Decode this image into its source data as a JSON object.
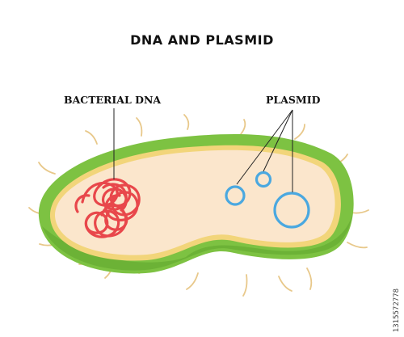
{
  "title": "DNA AND PLASMID",
  "labels": {
    "bacterial_dna": "BACTERIAL DNA",
    "plasmid": "PLASMID"
  },
  "stock_id": "1315572778",
  "colors": {
    "cell_wall": "#7dc242",
    "cell_wall_shadow": "#5fa52e",
    "membrane": "#f2d57a",
    "cytoplasm": "#fbe6cc",
    "flagella": "#e8c88a",
    "bacterial_dna": "#e8474b",
    "plasmid": "#4aa8e0",
    "text": "#111111",
    "leader_line": "#222222"
  },
  "icons": {
    "cell": "bacterium-cell",
    "dna": "chromosome-loops",
    "plasmid": "plasmid-ring"
  }
}
